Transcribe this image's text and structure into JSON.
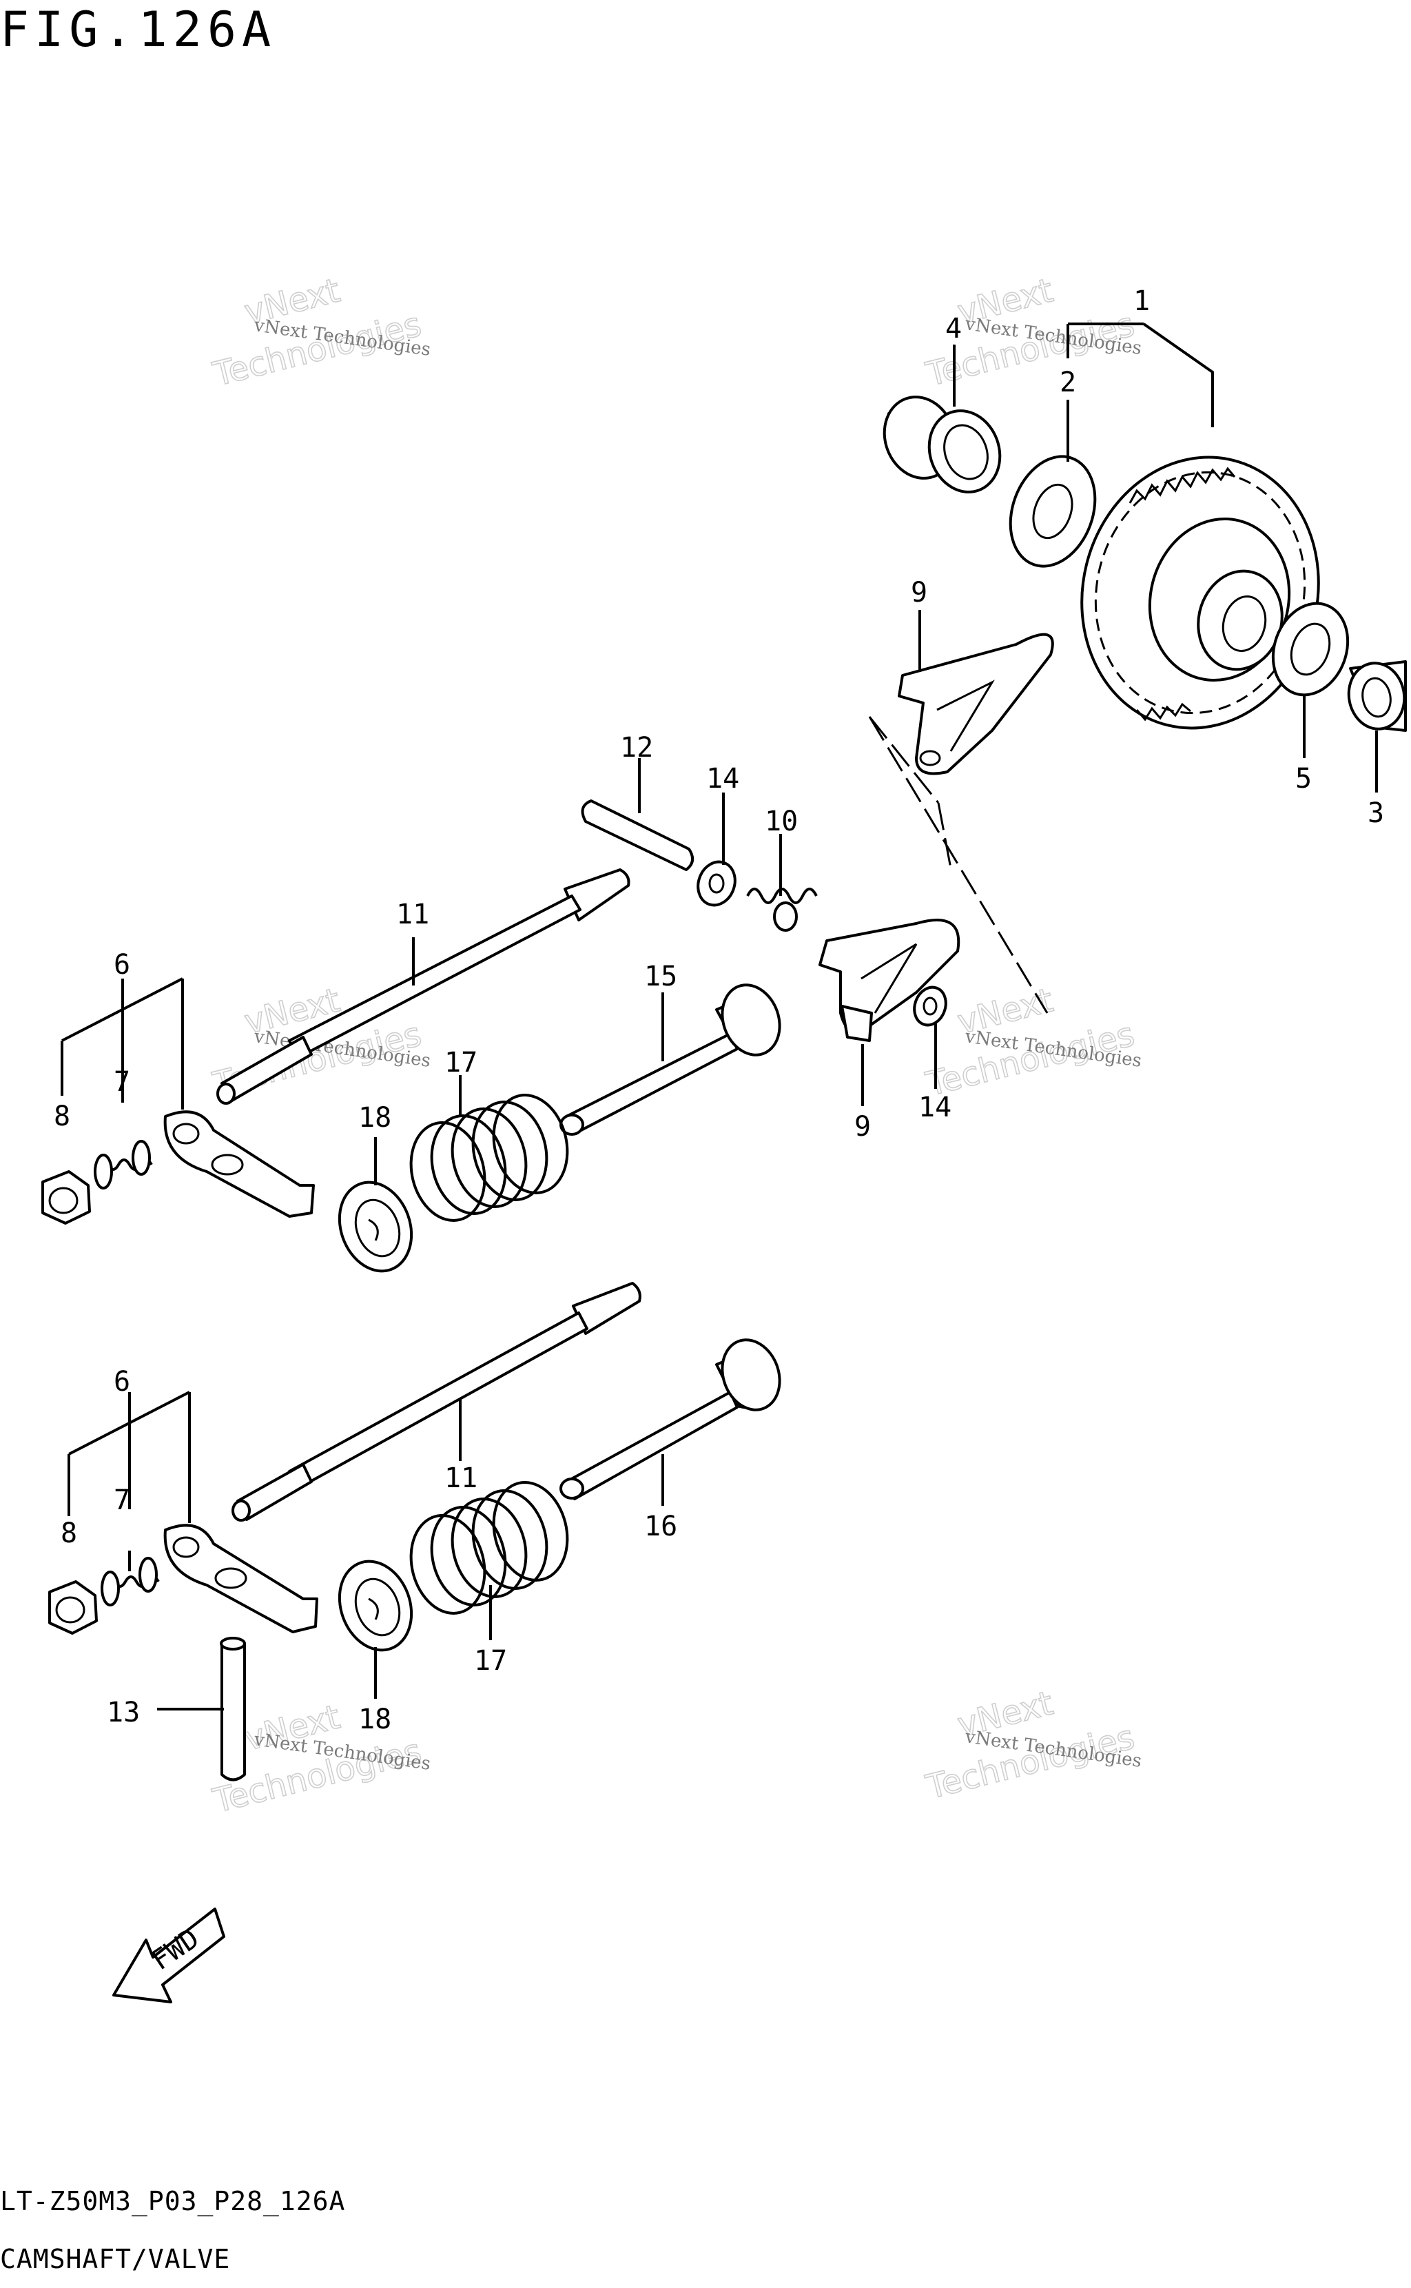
{
  "figure": {
    "title": "FIG.126A",
    "code": "LT-Z50M3_P03_P28_126A",
    "caption": "CAMSHAFT/VALVE"
  },
  "callouts": [
    "1",
    "2",
    "3",
    "4",
    "5",
    "6",
    "7",
    "8",
    "9",
    "10",
    "11",
    "12",
    "13",
    "14",
    "15",
    "16",
    "17",
    "18"
  ],
  "watermark": {
    "line1": "vNext Technologies",
    "line2": "vNext",
    "line3": "Technologies"
  },
  "fwd_label": "FWD"
}
